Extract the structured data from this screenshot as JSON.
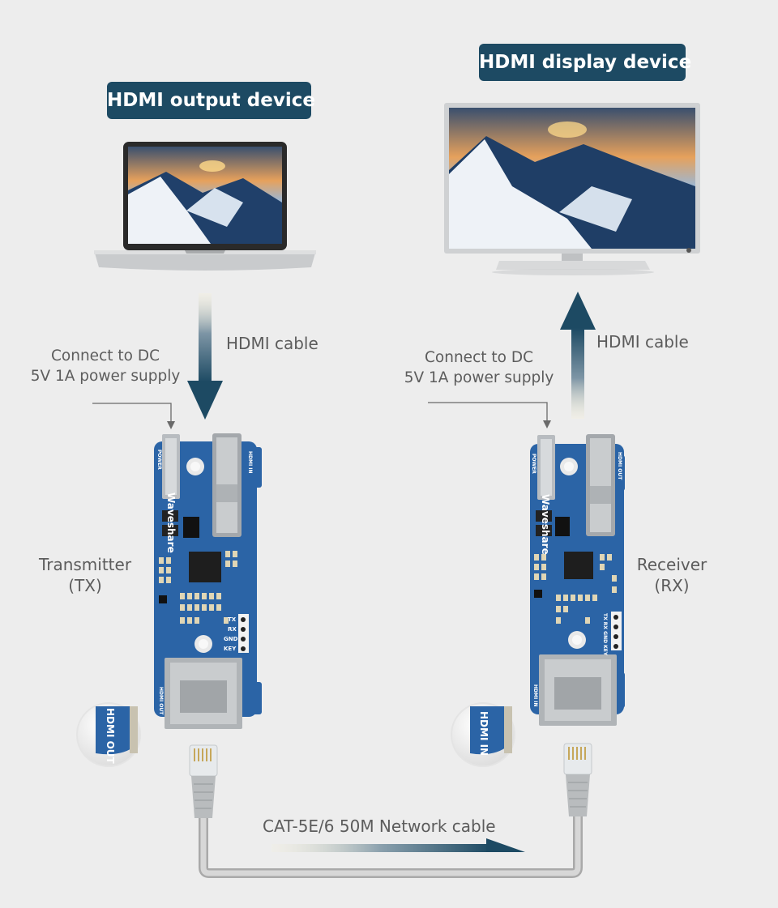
{
  "labels": {
    "hdmi_output_device": "HDMI output device",
    "hdmi_display_device": "HDMI display device",
    "hdmi_cable_left": "HDMI cable",
    "hdmi_cable_right": "HDMI cable",
    "power_left_line1": "Connect to DC",
    "power_left_line2": "5V 1A power supply",
    "power_right_line1": "Connect to DC",
    "power_right_line2": "5V 1A power supply",
    "transmitter_line1": "Transmitter",
    "transmitter_line2": "(TX)",
    "receiver_line1": "Receiver",
    "receiver_line2": "(RX)",
    "network_cable": "CAT-5E/6 50M Network cable"
  },
  "board_tx": {
    "brand": "Waveshare",
    "power": "POWER",
    "hdmi_in": "HDMI IN",
    "hdmi_out": "HDMI OUT",
    "pins": [
      "TX",
      "RX",
      "GND",
      "KEY"
    ]
  },
  "board_rx": {
    "brand": "Waveshare",
    "power": "POWER",
    "hdmi_out": "HDMI OUT",
    "hdmi_in": "HDMI IN",
    "pins": "TX RX GND KEY"
  },
  "zoom_tx": "HDMI OUT",
  "zoom_rx": "HDMI IN",
  "colors": {
    "accent": "#1d4a63",
    "pcb": "#2b64a6",
    "background": "#ededed"
  }
}
